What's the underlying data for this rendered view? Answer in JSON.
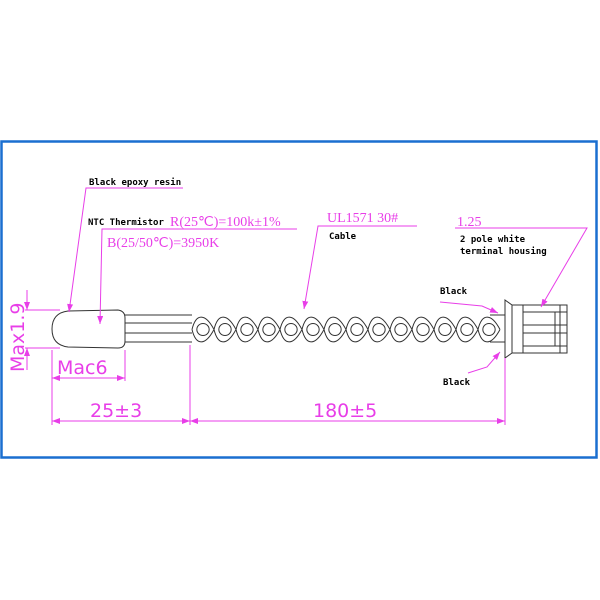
{
  "labels": {
    "epoxy": "Black epoxy resin",
    "ntc": "NTC Thermistor",
    "resistance": "R(25℃)=100k±1%",
    "bvalue": "B(25/50℃)=3950K",
    "cable_spec": "UL1571 30#",
    "cable": "Cable",
    "pitch": "1.25",
    "housing_line1": "2 pole white",
    "housing_line2": "terminal housing",
    "wire_top": "Black",
    "wire_bottom": "Black"
  },
  "dimensions": {
    "diameter": "Max1.9",
    "head_length": "Mac6",
    "probe_length": "25±3",
    "cable_length": "180±5"
  },
  "colors": {
    "frame": "#1a6fd0",
    "annotation": "#e83ee8",
    "outline": "#333333"
  }
}
